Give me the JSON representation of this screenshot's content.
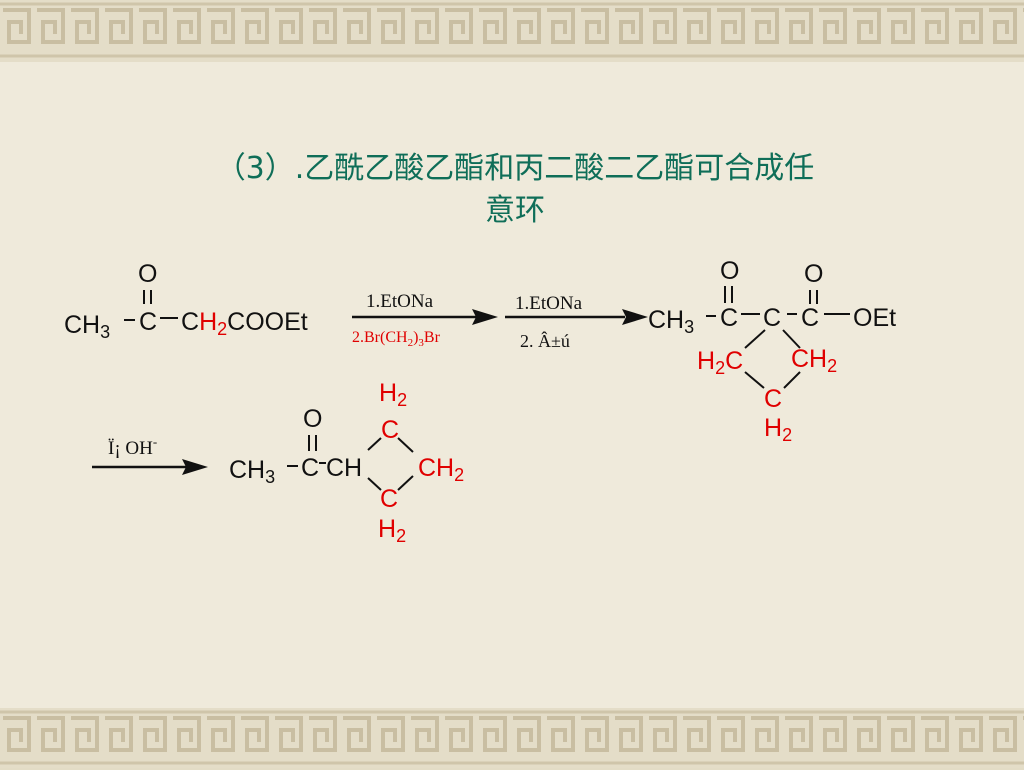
{
  "title": {
    "line1": "（3）.乙酰乙酸乙酯和丙二酸二乙酯可合成任",
    "line2": "意环"
  },
  "colors": {
    "title": "#0f6e58",
    "highlight": "#e00000",
    "ink": "#111111",
    "background": "#efeadb"
  },
  "reaction": {
    "reactant": {
      "o": "O",
      "ch3": "CH",
      "sub3": "3",
      "c": "C",
      "ch2_c": "C",
      "ch2_h": "H",
      "sub2": "2",
      "tail": "COOEt"
    },
    "arrow1": {
      "top": "1.EtONa",
      "bottom_pre": "2.Br(CH",
      "bottom_sub2": "2",
      "bottom_mid": ")",
      "bottom_sub3": "3",
      "bottom_post": "Br"
    },
    "arrow2": {
      "top": "1.EtONa",
      "bottom": "2. Â±ú"
    },
    "intermediate": {
      "o1": "O",
      "o2": "O",
      "ch3": "CH",
      "sub3": "3",
      "c1": "C",
      "c2": "C",
      "c3": "C",
      "oet": "OEt",
      "left_h": "H",
      "left_sub": "2",
      "left_c": "C",
      "right_ch": "CH",
      "right_sub": "2",
      "bottom_c": "C",
      "bottom_h": "H",
      "bottom_sub": "2"
    },
    "arrow3": {
      "label": "Ï¡ OH",
      "charge": "-"
    },
    "product": {
      "o": "O",
      "ch3": "CH",
      "sub3": "3",
      "c": "C",
      "ch": "CH",
      "top_h": "H",
      "top_sub": "2",
      "top_c": "C",
      "right_ch": "CH",
      "right_sub": "2",
      "bottom_c": "C",
      "bottom_h": "H",
      "bottom_sub": "2"
    }
  }
}
